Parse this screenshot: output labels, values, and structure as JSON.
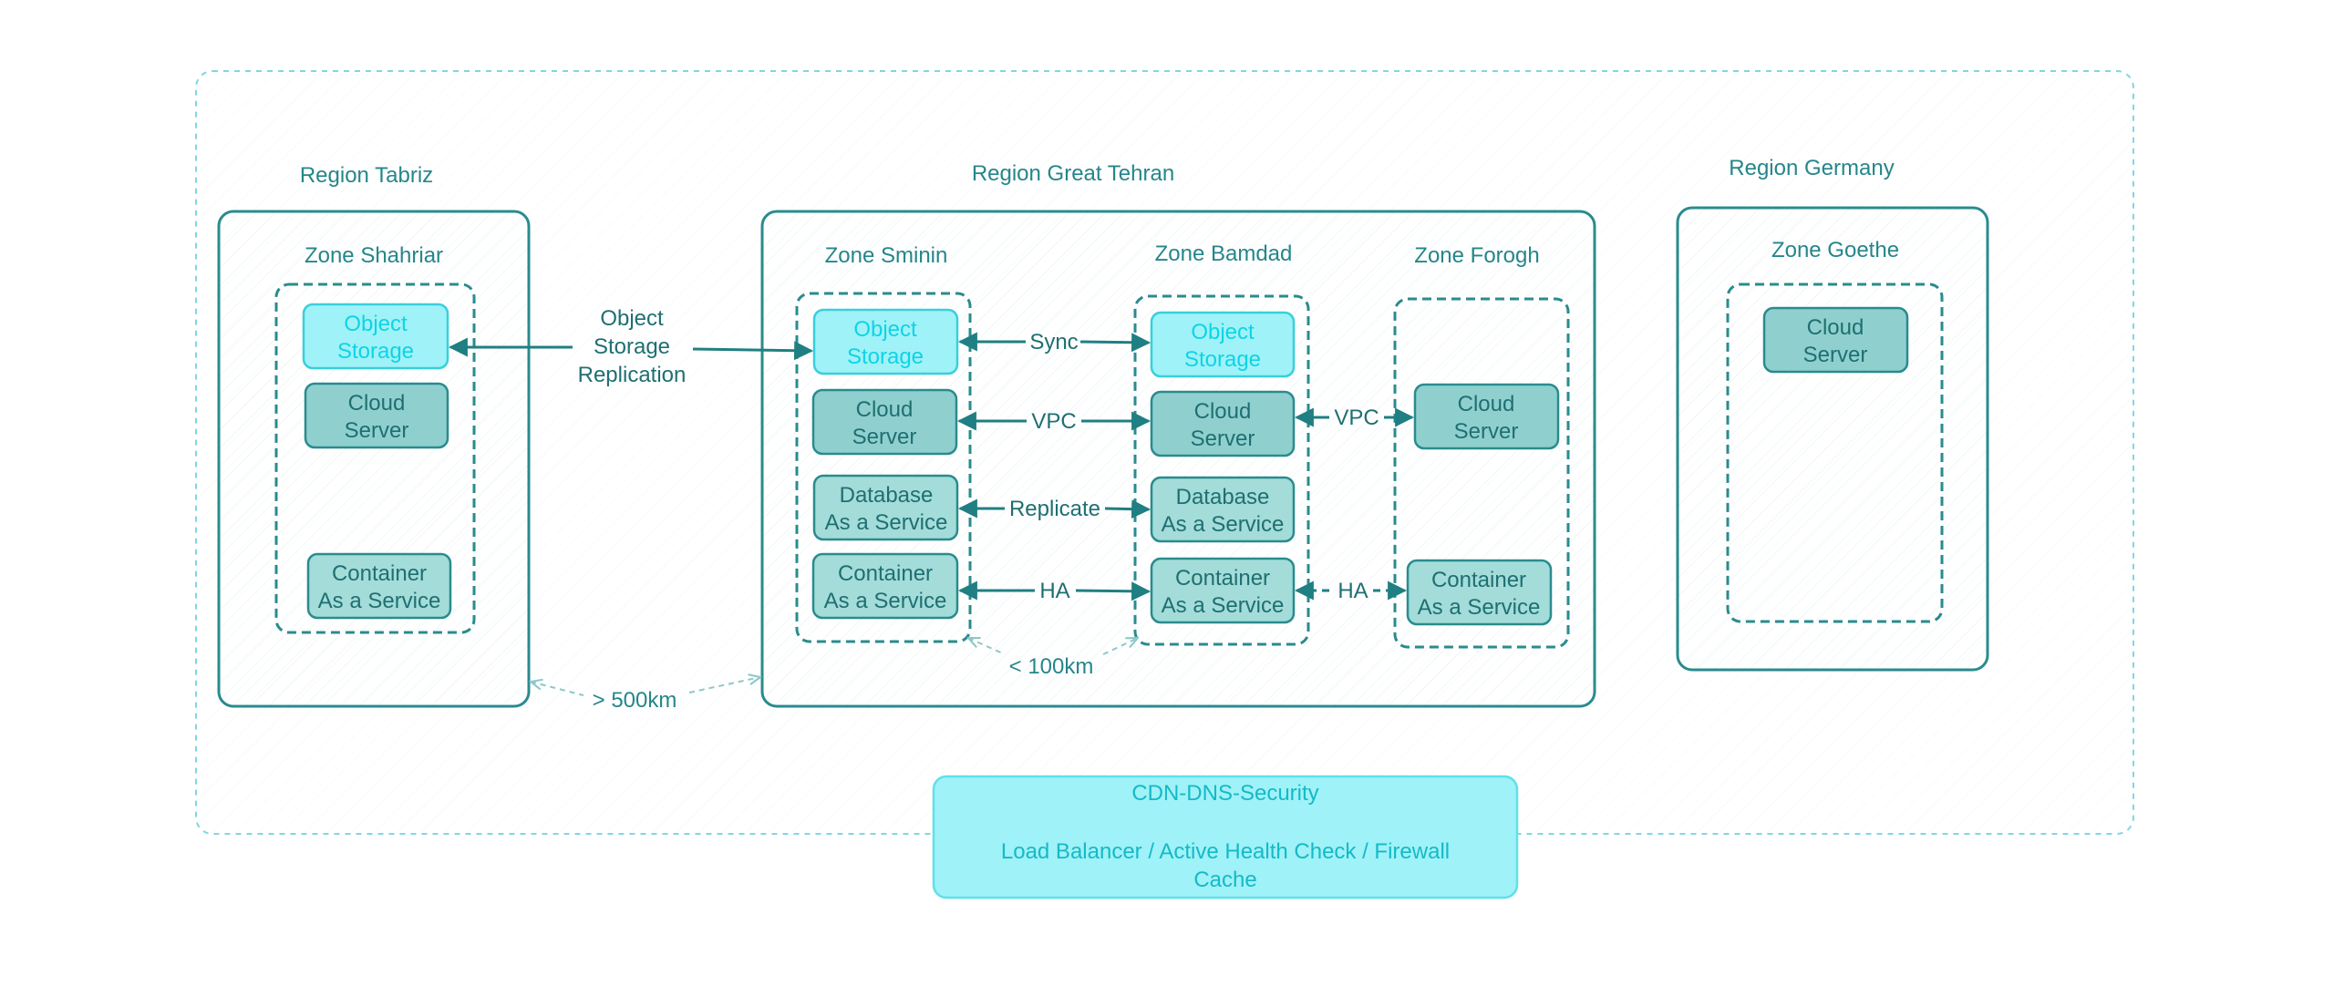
{
  "regions": {
    "tabriz": {
      "title": "Region Tabriz",
      "zone_shahriar": {
        "title": "Zone Shahriar",
        "object_storage": [
          "Object",
          "Storage"
        ],
        "cloud_server": [
          "Cloud",
          "Server"
        ],
        "container": [
          "Container",
          "As a Service"
        ]
      }
    },
    "tehran": {
      "title": "Region Great Tehran",
      "zone_sminin": {
        "title": "Zone Sminin",
        "object_storage": [
          "Object",
          "Storage"
        ],
        "cloud_server": [
          "Cloud",
          "Server"
        ],
        "database": [
          "Database",
          "As a Service"
        ],
        "container": [
          "Container",
          "As a Service"
        ]
      },
      "zone_bamdad": {
        "title": "Zone Bamdad",
        "object_storage": [
          "Object",
          "Storage"
        ],
        "cloud_server": [
          "Cloud",
          "Server"
        ],
        "database": [
          "Database",
          "As a Service"
        ],
        "container": [
          "Container",
          "As a Service"
        ]
      },
      "zone_forogh": {
        "title": "Zone Forogh",
        "cloud_server": [
          "Cloud",
          "Server"
        ],
        "container": [
          "Container",
          "As a Service"
        ]
      }
    },
    "germany": {
      "title": "Region Germany",
      "zone_goethe": {
        "title": "Zone Goethe",
        "cloud_server": [
          "Cloud",
          "Server"
        ]
      }
    }
  },
  "links": {
    "replication": [
      "Object",
      "Storage",
      "Replication"
    ],
    "sync": "Sync",
    "vpc": "VPC",
    "vpc2": "VPC",
    "replicate": "Replicate",
    "ha": "HA",
    "ha2": "HA"
  },
  "distances": {
    "far": "> 500km",
    "near": "< 100km"
  },
  "cdn": {
    "line1": "CDN-DNS-Security",
    "line2": "Load Balancer / Active Health Check / Firewall",
    "line3": "Cache"
  },
  "colors": {
    "teal_dark": "#2a8b8e",
    "teal_box": "#a3dcd9",
    "teal_box_mid": "#8fd0cf",
    "cyan_light": "#9ff2f7",
    "cyan_text": "#0fd3e6",
    "dashed_outer": "#7fd8e0"
  }
}
